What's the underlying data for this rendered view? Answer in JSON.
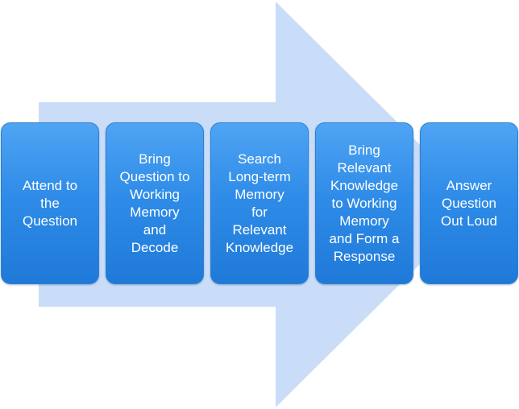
{
  "diagram": {
    "arrow_color": "#c9ddf9",
    "box_color": "#2f8ce8",
    "text_color": "#ffffff",
    "steps": [
      {
        "label": "Attend to\nthe\nQuestion"
      },
      {
        "label": "Bring\nQuestion to\nWorking\nMemory\nand\nDecode"
      },
      {
        "label": "Search\nLong-term\nMemory\nfor\nRelevant\nKnowledge"
      },
      {
        "label": "Bring\nRelevant\nKnowledge\nto Working\nMemory\nand Form a\nResponse"
      },
      {
        "label": "Answer\nQuestion\nOut Loud"
      }
    ]
  }
}
